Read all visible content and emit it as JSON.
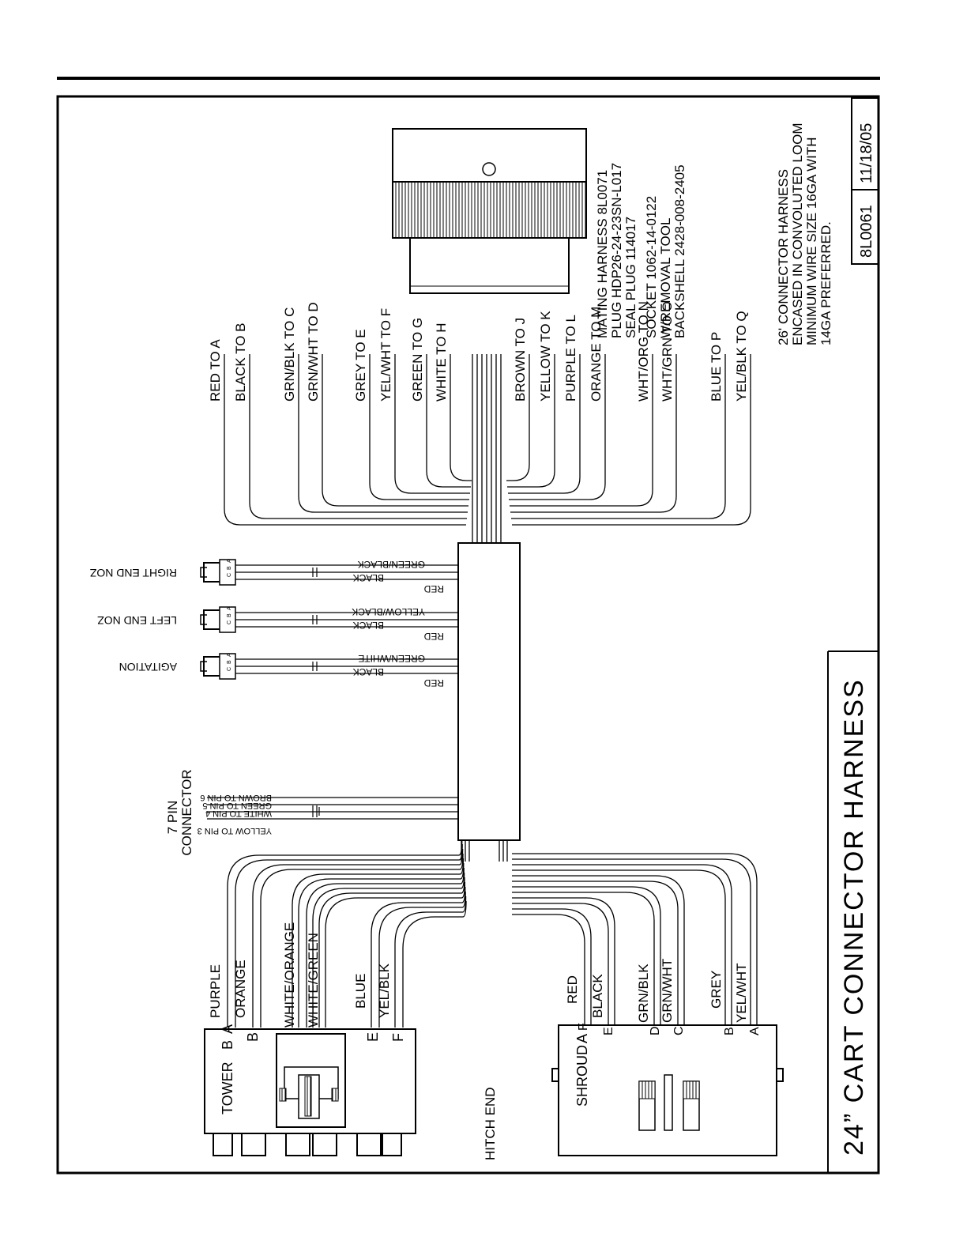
{
  "title_block": {
    "title": "24”  CART  CONNECTOR  HARNESS",
    "part_number": "8L0061",
    "date": "11/18/05"
  },
  "mating_harness_notes": [
    "MATING HARNESS 8L0071",
    "PLUG HDP26-24-23SN-L017",
    "SEAL PLUG 114017",
    "SOCKET 1062-14-0122",
    "W/REMOVAL TOOL",
    "BACKSHELL 2428-008-2405"
  ],
  "general_notes": [
    "26' CONNECTOR HARNESS",
    "ENCASED IN CONVOLUTED LOOM",
    "MINIMUM WIRE SIZE 16GA WITH",
    "14GA PREFERRED."
  ],
  "pin_map": [
    {
      "text": "RED TO A"
    },
    {
      "text": "BLACK TO B"
    },
    {
      "text": "GRN/BLK TO C"
    },
    {
      "text": "GRN/WHT TO D"
    },
    {
      "text": "GREY TO E"
    },
    {
      "text": "YEL/WHT TO F"
    },
    {
      "text": "GREEN TO G"
    },
    {
      "text": "WHITE TO H"
    },
    {
      "text": "BROWN TO J"
    },
    {
      "text": "YELLOW TO K"
    },
    {
      "text": "PURPLE TO L"
    },
    {
      "text": "ORANGE TO M"
    },
    {
      "text": "WHT/ORG TO N"
    },
    {
      "text": "WHT/GRN TO O"
    },
    {
      "text": "BLUE TO P"
    },
    {
      "text": "YEL/BLK TO Q"
    }
  ],
  "nozzle_connectors": [
    {
      "name": "RIGHT END NOZ",
      "wires": [
        "GREEN/BLACK",
        "BLACK",
        "RED"
      ],
      "pins": [
        "A",
        "B",
        "C"
      ]
    },
    {
      "name": "LEFT END NOZ",
      "wires": [
        "YELLOW/BLACK",
        "BLACK",
        "RED"
      ],
      "pins": [
        "A",
        "B",
        "C"
      ]
    },
    {
      "name": "AGITATION",
      "wires": [
        "GREEN/WHITE",
        "BLACK",
        "RED"
      ],
      "pins": [
        "A",
        "B",
        "C"
      ]
    }
  ],
  "seven_pin": {
    "title_lines": [
      "7 PIN",
      "CONNECTOR"
    ],
    "wires": [
      "BROWN TO PIN 6",
      "GREEN TO PIN 5",
      "WHITE TO PIN 4",
      "YELLOW TO PIN 3"
    ]
  },
  "tower": {
    "label": "TOWER",
    "pin_letters": [
      "B",
      "A",
      "B",
      "E",
      "F"
    ],
    "wires": [
      "PURPLE",
      "ORANGE",
      "WHITE/ORANGE",
      "WHITE/GREEN",
      "BLUE",
      "YEL/BLK"
    ]
  },
  "shroud": {
    "label": "SHROUD",
    "pin_letters": [
      "A",
      "F",
      "E",
      "D",
      "C",
      "B",
      "A"
    ],
    "wires": [
      "RED",
      "BLACK",
      "GRN/BLK",
      "GRN/WHT",
      "GREY",
      "YEL/WHT"
    ]
  },
  "hitch_end": "HITCH END"
}
